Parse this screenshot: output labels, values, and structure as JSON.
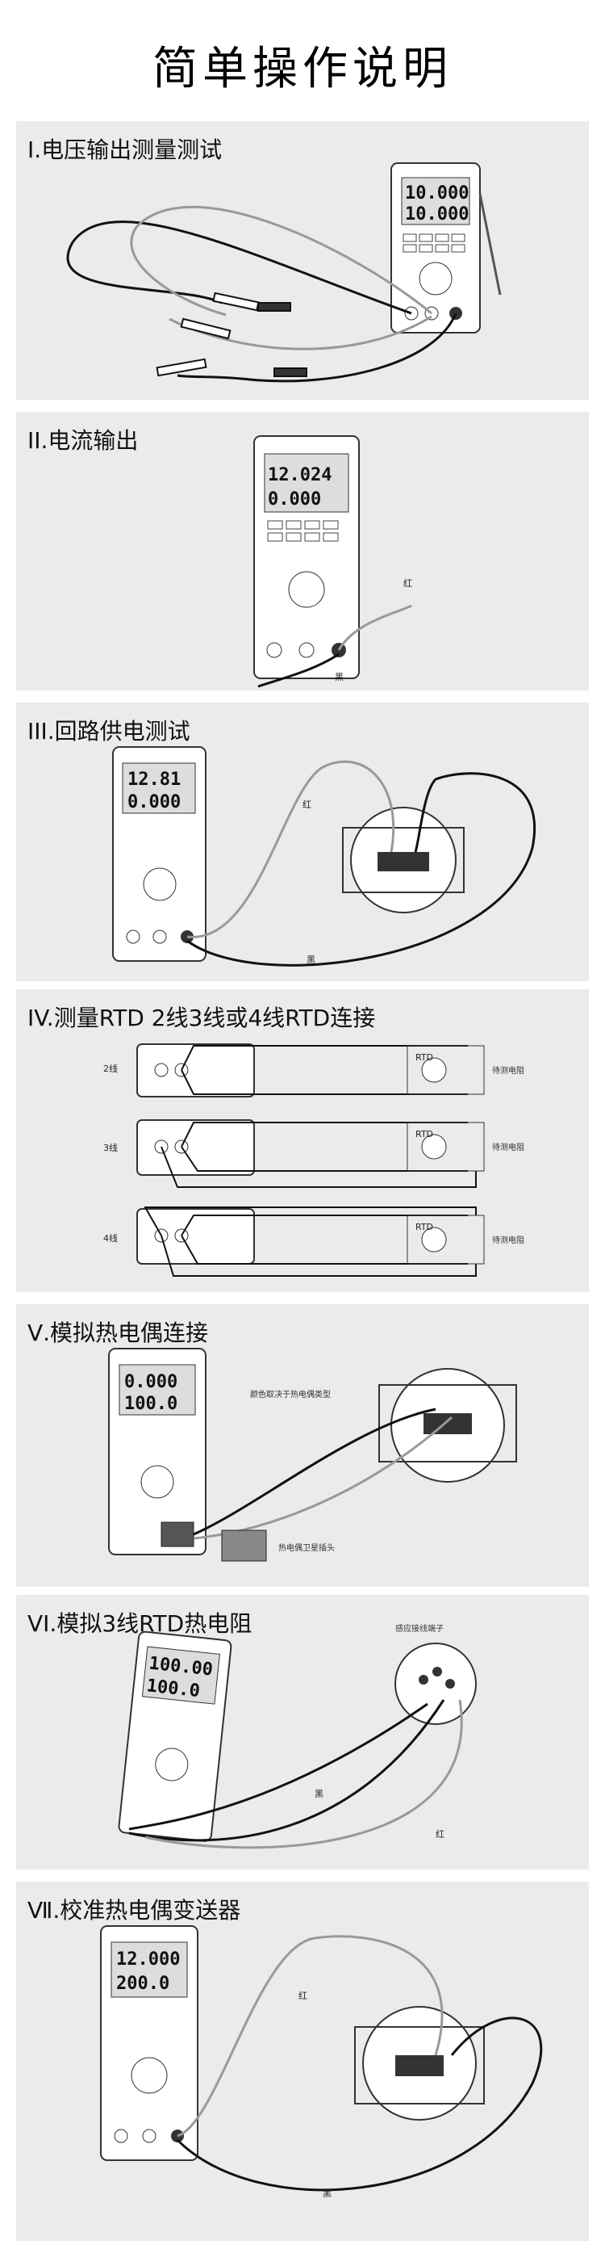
{
  "title": "简单操作说明",
  "sections": [
    {
      "title": "I.电压输出测量测试",
      "lcd": [
        "10.000",
        "10.000"
      ]
    },
    {
      "title": "II.电流输出",
      "lcd": [
        "12.024",
        "0.000"
      ],
      "labels": {
        "red": "红",
        "black": "黑"
      }
    },
    {
      "title": "III.回路供电测试",
      "lcd": [
        "12.81",
        "0.000"
      ],
      "labels": {
        "red": "红",
        "black": "黑"
      }
    },
    {
      "title": "IV.测量RTD 2线3线或4线RTD连接",
      "rows": [
        "2线",
        "3线",
        "4线"
      ],
      "labels": {
        "rtd": "RTD",
        "sensor": "待测电阻"
      }
    },
    {
      "title": "Ⅴ.模拟热电偶连接",
      "lcd": [
        "0.000",
        "100.0"
      ],
      "labels": {
        "wire": "颜色取决于热电偶类型",
        "plug": "热电偶卫星插头"
      }
    },
    {
      "title": "VI.模拟3线RTD热电阻",
      "lcd": [
        "100.00",
        "100.0"
      ],
      "labels": {
        "black": "黑",
        "red": "红",
        "terminal": "感应接线端子"
      }
    },
    {
      "title": "Ⅶ.校准热电偶变送器",
      "lcd": [
        "12.000",
        "200.0"
      ],
      "labels": {
        "red": "红",
        "black": "黑"
      }
    }
  ]
}
